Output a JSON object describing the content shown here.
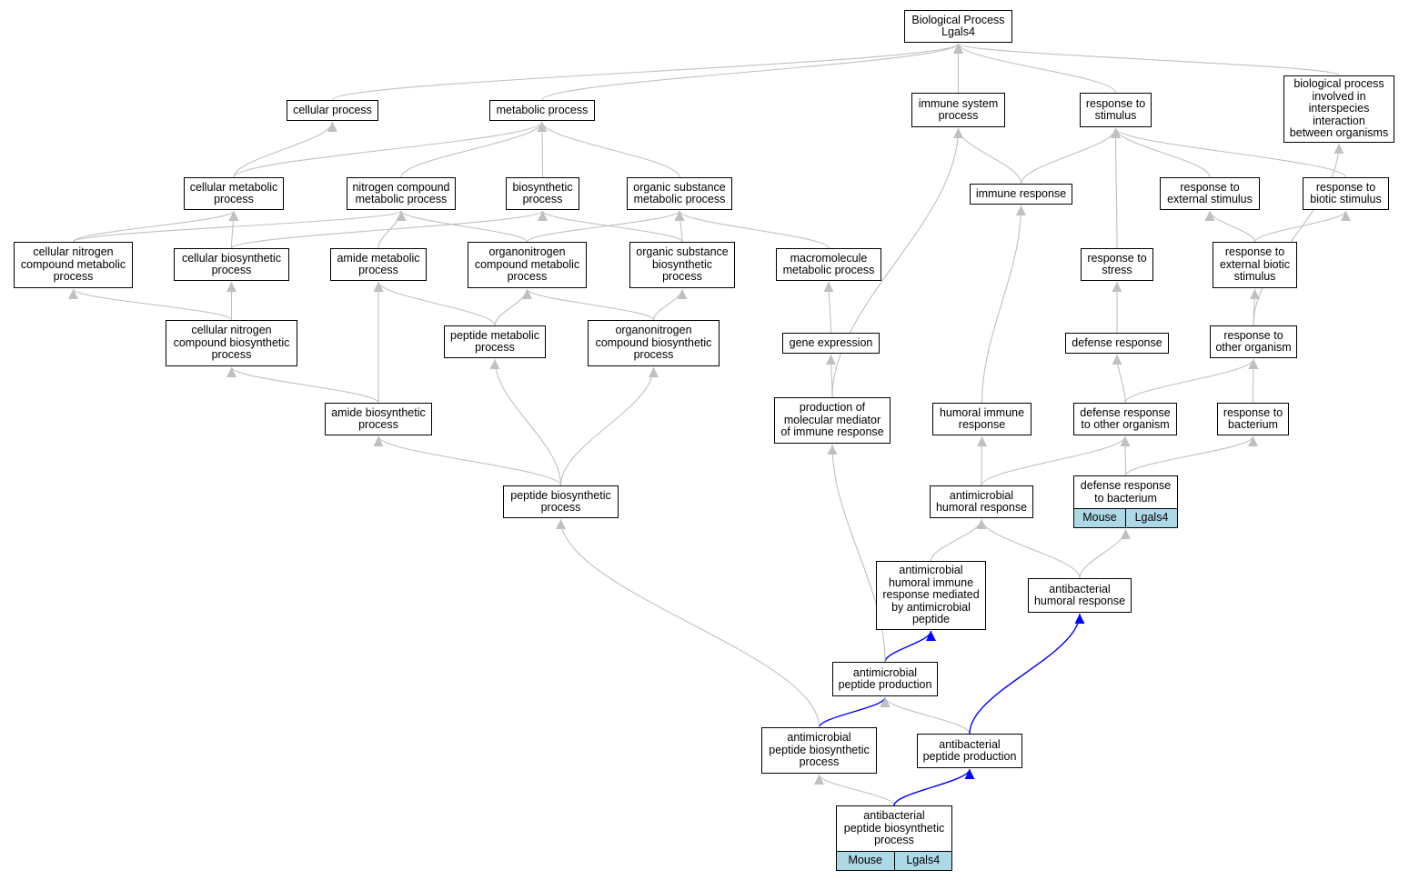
{
  "nodes": [
    {
      "id": "bp",
      "label": "Biological Process\nLgals4"
    },
    {
      "id": "cp",
      "label": "cellular process"
    },
    {
      "id": "mp",
      "label": "metabolic process"
    },
    {
      "id": "isp",
      "label": "immune system\nprocess"
    },
    {
      "id": "rts",
      "label": "response to\nstimulus"
    },
    {
      "id": "bpii",
      "label": "biological process\ninvolved in\ninterspecies\ninteraction\nbetween organisms"
    },
    {
      "id": "cmp",
      "label": "cellular metabolic\nprocess"
    },
    {
      "id": "ncmp",
      "label": "nitrogen compound\nmetabolic process"
    },
    {
      "id": "bsp",
      "label": "biosynthetic\nprocess"
    },
    {
      "id": "osmp",
      "label": "organic substance\nmetabolic process"
    },
    {
      "id": "ir",
      "label": "immune response"
    },
    {
      "id": "rtes",
      "label": "response to\nexternal stimulus"
    },
    {
      "id": "rtbs",
      "label": "response to\nbiotic stimulus"
    },
    {
      "id": "cncmp",
      "label": "cellular nitrogen\ncompound metabolic\nprocess"
    },
    {
      "id": "cbp",
      "label": "cellular biosynthetic\nprocess"
    },
    {
      "id": "amp",
      "label": "amide metabolic\nprocess"
    },
    {
      "id": "oncmp",
      "label": "organonitrogen\ncompound metabolic\nprocess"
    },
    {
      "id": "osbp",
      "label": "organic substance\nbiosynthetic\nprocess"
    },
    {
      "id": "mmp",
      "label": "macromolecule\nmetabolic process"
    },
    {
      "id": "rtst",
      "label": "response to\nstress"
    },
    {
      "id": "rtebs",
      "label": "response to\nexternal biotic\nstimulus"
    },
    {
      "id": "cncbp",
      "label": "cellular nitrogen\ncompound biosynthetic\nprocess"
    },
    {
      "id": "pmp",
      "label": "peptide metabolic\nprocess"
    },
    {
      "id": "oncbp",
      "label": "organonitrogen\ncompound biosynthetic\nprocess"
    },
    {
      "id": "ge",
      "label": "gene expression"
    },
    {
      "id": "dr",
      "label": "defense response"
    },
    {
      "id": "rtoo",
      "label": "response to\nother organism"
    },
    {
      "id": "abp",
      "label": "amide biosynthetic\nprocess"
    },
    {
      "id": "pmmir",
      "label": "production of\nmolecular mediator\nof immune response"
    },
    {
      "id": "hir",
      "label": "humoral immune\nresponse"
    },
    {
      "id": "drtoo",
      "label": "defense response\nto other organism"
    },
    {
      "id": "rtb",
      "label": "response to\nbacterium"
    },
    {
      "id": "pbp",
      "label": "peptide biosynthetic\nprocess"
    },
    {
      "id": "ahr",
      "label": "antimicrobial\nhumoral response"
    },
    {
      "id": "drtb",
      "label": "defense response\nto bacterium",
      "tags": [
        "Mouse",
        "Lgals4"
      ]
    },
    {
      "id": "ahirmap",
      "label": "antimicrobial\nhumoral immune\nresponse mediated\nby antimicrobial\npeptide"
    },
    {
      "id": "abhr",
      "label": "antibacterial\nhumoral response"
    },
    {
      "id": "ampp",
      "label": "antimicrobial\npeptide production"
    },
    {
      "id": "ampbp",
      "label": "antimicrobial\npeptide biosynthetic\nprocess"
    },
    {
      "id": "abpp",
      "label": "antibacterial\npeptide production"
    },
    {
      "id": "abpbp",
      "label": "antibacterial\npeptide biosynthetic\nprocess",
      "tags": [
        "Mouse",
        "Lgals4"
      ]
    }
  ],
  "edges": [
    {
      "from": "cp",
      "to": "bp"
    },
    {
      "from": "mp",
      "to": "bp"
    },
    {
      "from": "isp",
      "to": "bp"
    },
    {
      "from": "rts",
      "to": "bp"
    },
    {
      "from": "bpii",
      "to": "bp"
    },
    {
      "from": "cmp",
      "to": "cp"
    },
    {
      "from": "cmp",
      "to": "mp"
    },
    {
      "from": "ncmp",
      "to": "mp"
    },
    {
      "from": "bsp",
      "to": "mp"
    },
    {
      "from": "osmp",
      "to": "mp"
    },
    {
      "from": "ir",
      "to": "isp"
    },
    {
      "from": "ir",
      "to": "rts"
    },
    {
      "from": "rtes",
      "to": "rts"
    },
    {
      "from": "rtbs",
      "to": "rts"
    },
    {
      "from": "rtst",
      "to": "rts"
    },
    {
      "from": "cncmp",
      "to": "cmp"
    },
    {
      "from": "cncmp",
      "to": "ncmp"
    },
    {
      "from": "cbp",
      "to": "cmp"
    },
    {
      "from": "cbp",
      "to": "bsp"
    },
    {
      "from": "amp",
      "to": "ncmp"
    },
    {
      "from": "oncmp",
      "to": "ncmp"
    },
    {
      "from": "oncmp",
      "to": "osmp"
    },
    {
      "from": "osbp",
      "to": "bsp"
    },
    {
      "from": "osbp",
      "to": "osmp"
    },
    {
      "from": "mmp",
      "to": "osmp"
    },
    {
      "from": "rtebs",
      "to": "rtes"
    },
    {
      "from": "rtebs",
      "to": "rtbs"
    },
    {
      "from": "cncbp",
      "to": "cncmp"
    },
    {
      "from": "cncbp",
      "to": "cbp"
    },
    {
      "from": "pmp",
      "to": "amp"
    },
    {
      "from": "pmp",
      "to": "oncmp"
    },
    {
      "from": "oncbp",
      "to": "oncmp"
    },
    {
      "from": "oncbp",
      "to": "osbp"
    },
    {
      "from": "ge",
      "to": "mmp"
    },
    {
      "from": "dr",
      "to": "rtst"
    },
    {
      "from": "rtoo",
      "to": "rtebs"
    },
    {
      "from": "rtoo",
      "to": "bpii"
    },
    {
      "from": "abp",
      "to": "cncbp"
    },
    {
      "from": "abp",
      "to": "amp"
    },
    {
      "from": "pmmir",
      "to": "ge"
    },
    {
      "from": "pmmir",
      "to": "isp"
    },
    {
      "from": "hir",
      "to": "ir"
    },
    {
      "from": "drtoo",
      "to": "dr"
    },
    {
      "from": "drtoo",
      "to": "rtoo"
    },
    {
      "from": "rtb",
      "to": "rtoo"
    },
    {
      "from": "pbp",
      "to": "abp"
    },
    {
      "from": "pbp",
      "to": "pmp"
    },
    {
      "from": "pbp",
      "to": "oncbp"
    },
    {
      "from": "ahr",
      "to": "hir"
    },
    {
      "from": "ahr",
      "to": "drtoo"
    },
    {
      "from": "drtb",
      "to": "drtoo"
    },
    {
      "from": "drtb",
      "to": "rtb"
    },
    {
      "from": "ahirmap",
      "to": "ahr"
    },
    {
      "from": "abhr",
      "to": "ahr"
    },
    {
      "from": "abhr",
      "to": "drtb"
    },
    {
      "from": "ampp",
      "to": "ahirmap",
      "highlight": true
    },
    {
      "from": "ampp",
      "to": "pmmir"
    },
    {
      "from": "ampbp",
      "to": "ampp",
      "highlight": true
    },
    {
      "from": "ampbp",
      "to": "pbp"
    },
    {
      "from": "abpp",
      "to": "ampp"
    },
    {
      "from": "abpp",
      "to": "abhr",
      "highlight": true
    },
    {
      "from": "abpbp",
      "to": "ampbp"
    },
    {
      "from": "abpbp",
      "to": "abpp",
      "highlight": true
    }
  ],
  "colors": {
    "edge": "#c0c0c0",
    "highlight_edge": "#0000ff",
    "tag_fill": "#add8e6",
    "node_border": "#000000"
  }
}
